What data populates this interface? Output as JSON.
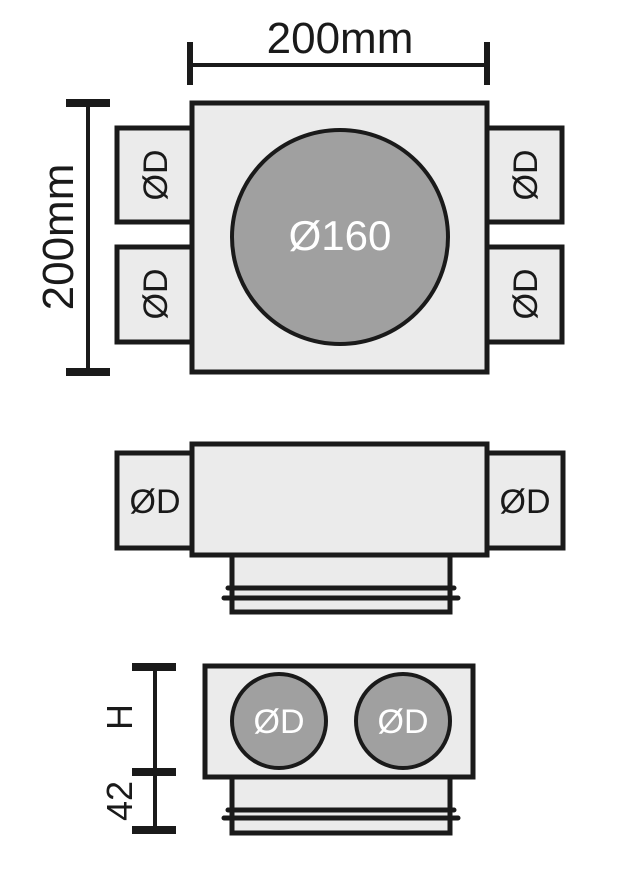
{
  "top_view": {
    "width_dim": "200mm",
    "height_dim": "200mm",
    "main_outlet": "Ø160",
    "side_ports": [
      "ØD",
      "ØD",
      "ØD",
      "ØD"
    ]
  },
  "side_view": {
    "side_ports": [
      "ØD",
      "ØD"
    ]
  },
  "front_view": {
    "height_dim": "H",
    "spigot_dim": "42",
    "ports": [
      "ØD",
      "ØD"
    ]
  },
  "colors": {
    "outline": "#1a1a1a",
    "body_fill": "#ebebeb",
    "port_fill": "#a0a0a0"
  }
}
